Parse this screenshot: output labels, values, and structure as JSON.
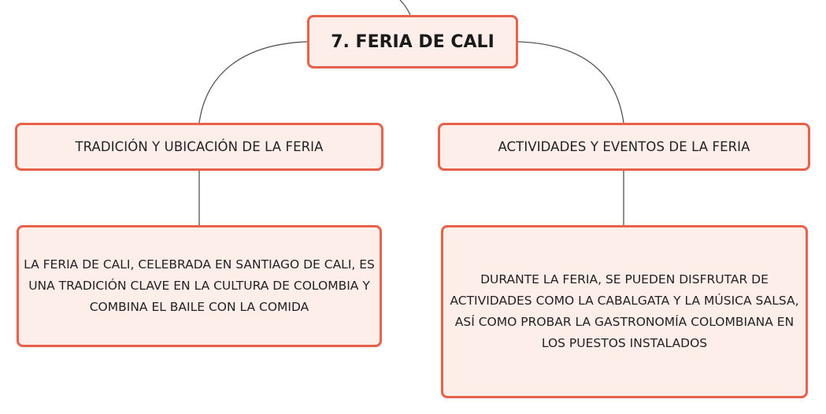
{
  "root": {
    "title": "7. FERIA DE CALI"
  },
  "branches": [
    {
      "topic": "TRADICIÓN Y UBICACIÓN DE LA FERIA",
      "detail": "LA FERIA DE CALI, CELEBRADA EN SANTIAGO DE CALI, ES UNA TRADICIÓN CLAVE EN LA CULTURA DE COLOMBIA Y COMBINA EL BAILE CON LA COMIDA"
    },
    {
      "topic": "ACTIVIDADES Y EVENTOS DE LA FERIA",
      "detail": "DURANTE LA FERIA, SE PUEDEN DISFRUTAR DE ACTIVIDADES COMO LA CABALGATA Y LA MÚSICA SALSA, ASÍ COMO PROBAR LA GASTRONOMÍA COLOMBIANA EN LOS PUESTOS INSTALADOS"
    }
  ],
  "colors": {
    "node_border": "#e8624b",
    "node_fill": "#fdeeea",
    "connector": "#555555"
  }
}
